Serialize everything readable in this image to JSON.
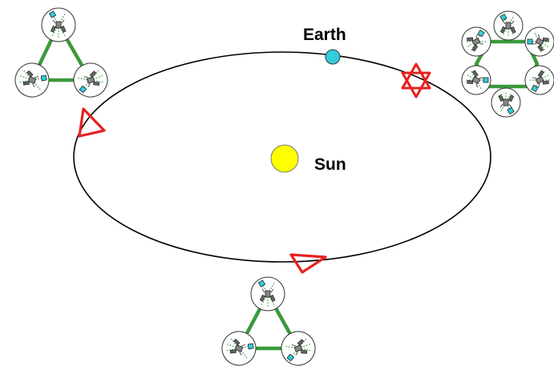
{
  "labels": {
    "earth": "Earth",
    "sun": "Sun"
  },
  "colors": {
    "orbit": "#000000",
    "earth": "#33ccdd",
    "sun": "#ffff00",
    "formation_marker": "#e82020",
    "formation_link": "#3a9a3a",
    "spacecraft_outline": "#333333",
    "panel": "#33ccdd"
  },
  "formations": [
    {
      "id": "formation-top-left",
      "shape": "triangle",
      "spacecraft": 3
    },
    {
      "id": "formation-bottom",
      "shape": "triangle",
      "spacecraft": 3
    },
    {
      "id": "formation-top-right",
      "shape": "hexagon",
      "spacecraft": 6
    }
  ]
}
